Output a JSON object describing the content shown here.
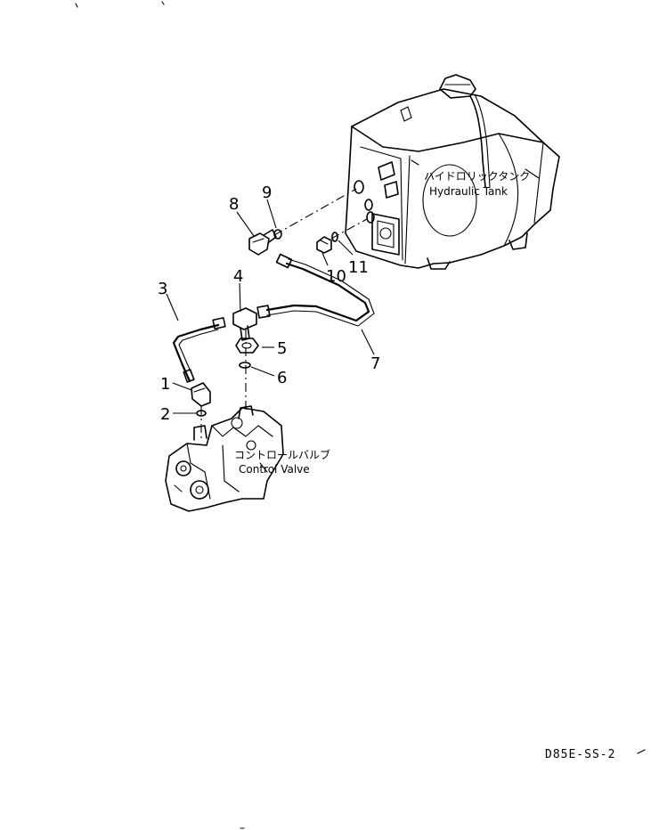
{
  "diagram": {
    "labels": {
      "tank_jp": "ハイドロリックタンク",
      "tank_en": "Hydraulic Tank",
      "valve_jp": "コントロールバルブ",
      "valve_en": "Control Valve"
    },
    "drawing_code": "D85E-SS-2",
    "callouts": [
      "1",
      "2",
      "3",
      "4",
      "5",
      "6",
      "7",
      "8",
      "9",
      "10",
      "11"
    ]
  }
}
